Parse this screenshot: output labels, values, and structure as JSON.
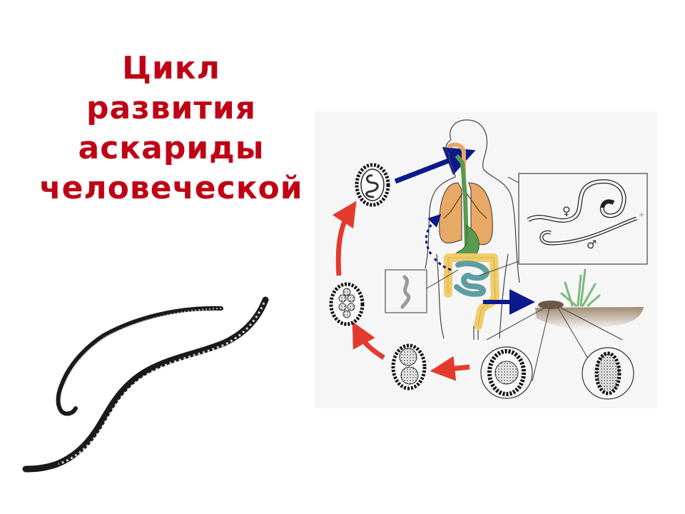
{
  "slide": {
    "title_lines": [
      "Цикл",
      "развития",
      "аскариды",
      "человеческой"
    ],
    "title_color": "#c00014"
  },
  "diagram": {
    "description": "Life cycle of Ascaris lumbricoides",
    "symbols": {
      "female": "♀",
      "male": "♂",
      "plus": "+"
    },
    "colors": {
      "blue_arrow": "#0a1a8c",
      "red_arrow": "#e23b2e",
      "lungs": "#e8a866",
      "esophagus_stomach": "#5a9a50",
      "large_intestine": "#f0cc6a",
      "small_intestine": "#5f9ea0",
      "background": "#f6f6f6"
    },
    "stages": [
      "embryonated-egg-with-larva",
      "human-host-ingestion",
      "larval-migration-lungs",
      "adult-worms-intestine",
      "eggs-passed-in-feces",
      "unfertilized-egg",
      "fertilized-egg",
      "two-cell-egg",
      "multi-cell-egg"
    ]
  }
}
